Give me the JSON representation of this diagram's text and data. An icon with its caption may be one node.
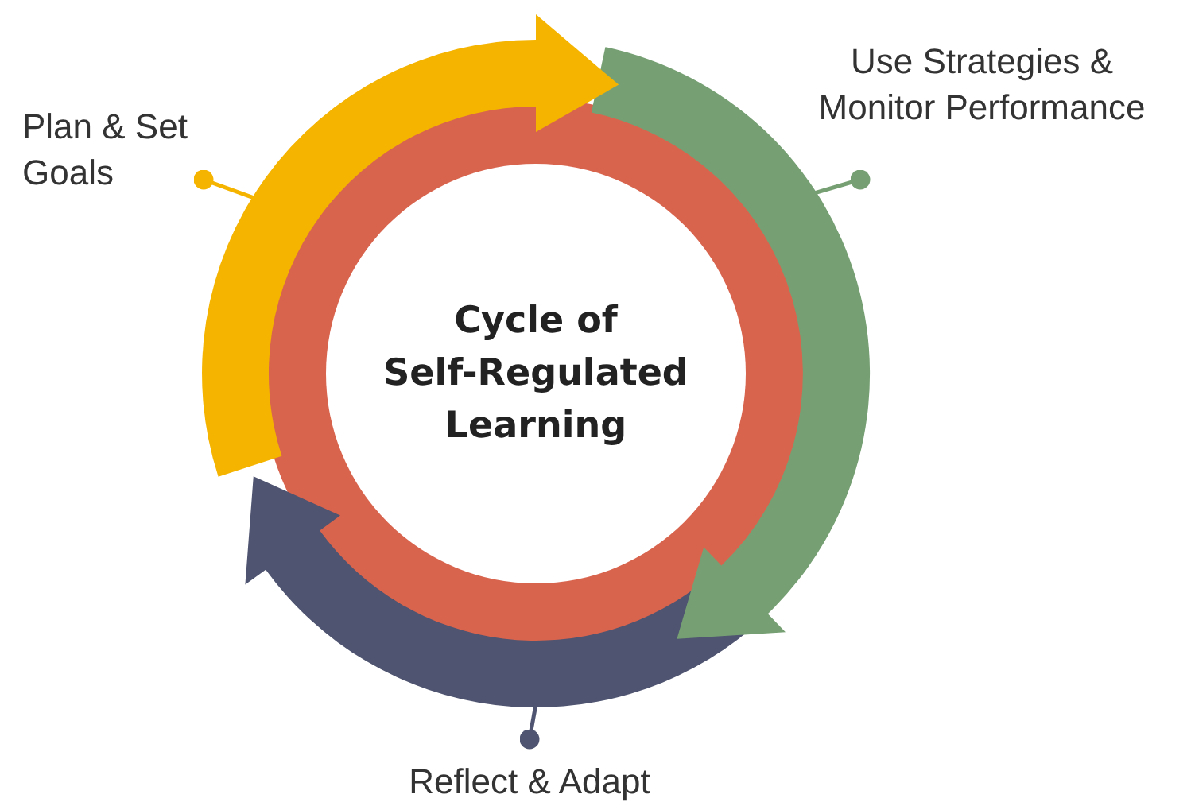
{
  "diagram": {
    "nodes": [
      {
        "text": [
          "Plan & Set Goals"
        ]
      },
      {
        "text": [
          "Use Strategies & Monitor Performance"
        ]
      },
      {
        "text": [
          "Reflect & Adapt"
        ]
      },
      {
        "text": [
          "Cycle of Self-Regulated Learning"
        ]
      }
    ],
    "edges": [
      {
        "from": 0,
        "to": 1,
        "arrow": "to",
        "style": "thick",
        "color": "#f5b400"
      },
      {
        "from": 1,
        "to": 2,
        "arrow": "to",
        "style": "thick",
        "color": "#76a073"
      },
      {
        "from": 2,
        "to": 0,
        "arrow": "to",
        "style": "thick",
        "color": "#4f5470"
      },
      {
        "from": 0,
        "to": null,
        "arrow": "other",
        "color": "#f5b400"
      },
      {
        "from": 1,
        "to": null,
        "arrow": "other",
        "color": "#76a073"
      },
      {
        "from": 2,
        "to": null,
        "arrow": "other",
        "color": "#4f5470"
      }
    ]
  }
}
